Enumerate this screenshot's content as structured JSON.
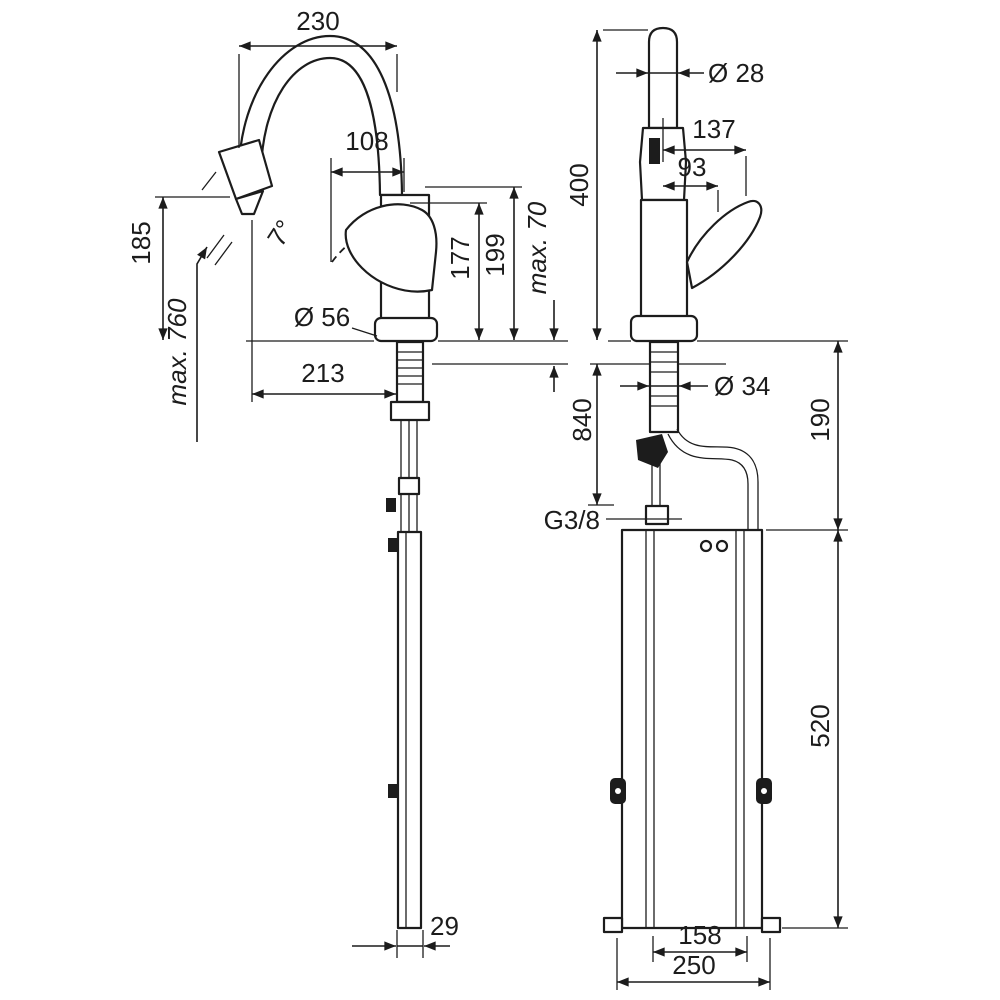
{
  "drawing": {
    "side_view": {
      "width_230": "230",
      "dim_108": "108",
      "height_185": "185",
      "angle_7": "7°",
      "max_760": "max. 760",
      "height_177": "177",
      "height_199": "199",
      "max_70": "max. 70",
      "dia_56": "Ø 56",
      "reach_213": "213",
      "width_29": "29"
    },
    "front_view": {
      "dia_28": "Ø 28",
      "dim_137": "137",
      "dim_93": "93",
      "height_400": "400",
      "length_840": "840",
      "dia_34": "Ø 34",
      "dim_190": "190",
      "thread": "G3/8",
      "height_520": "520",
      "width_158": "158",
      "width_250": "250"
    }
  }
}
